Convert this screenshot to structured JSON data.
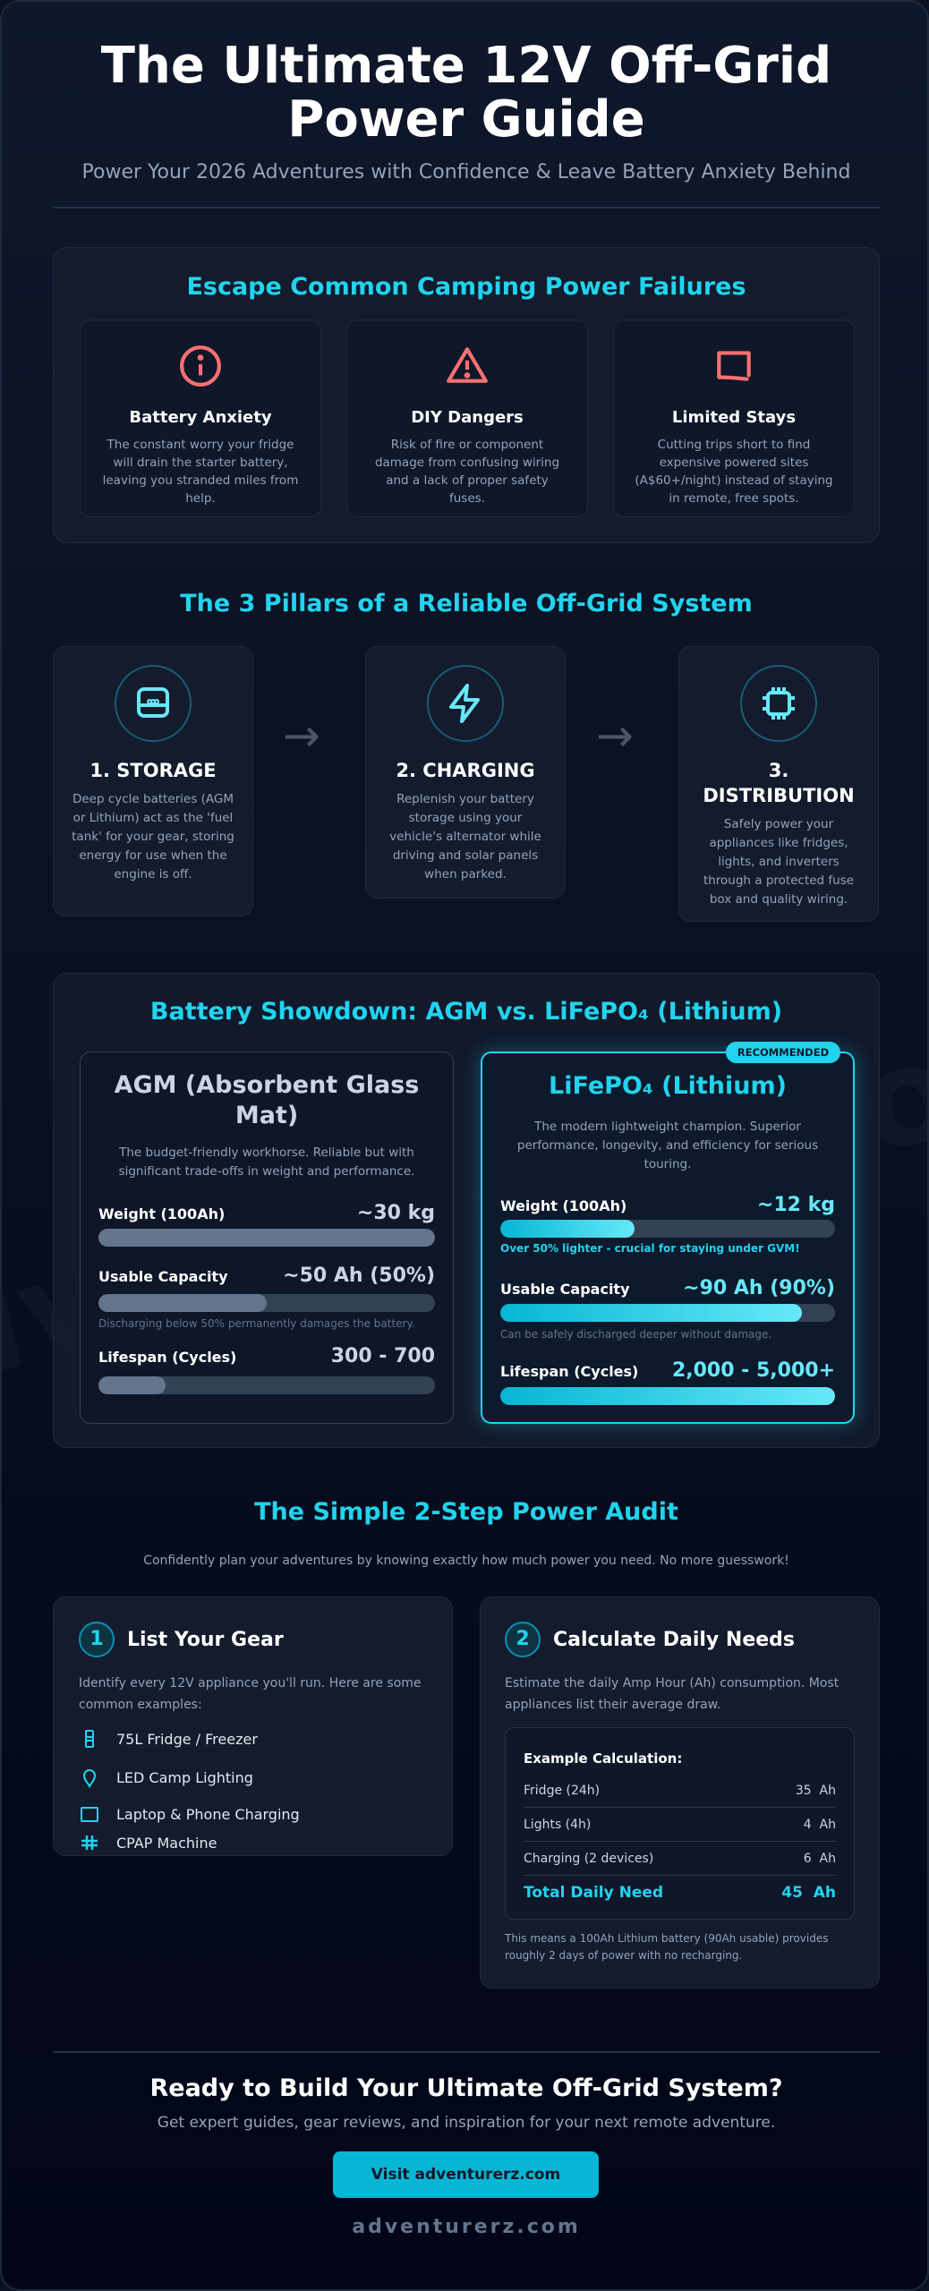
{
  "header": {
    "title": "The Ultimate 12V Off-Grid Power Guide",
    "subtitle": "Power Your 2026 Adventures with Confidence & Leave Battery Anxiety Behind"
  },
  "failures": {
    "heading": "Escape Common Camping Power Failures",
    "items": [
      {
        "icon": "info-circle-icon",
        "title": "Battery Anxiety",
        "desc": "The constant worry your fridge will drain the starter battery, leaving you stranded miles from help."
      },
      {
        "icon": "warning-triangle-icon",
        "title": "DIY Dangers",
        "desc": "Risk of fire or component damage from confusing wiring and a lack of proper safety fuses."
      },
      {
        "icon": "map-icon",
        "title": "Limited Stays",
        "desc": "Cutting trips short to find expensive powered sites (A$60+/night) instead of staying in remote, free spots."
      }
    ],
    "icon_color": "#f87171"
  },
  "pillars": {
    "heading": "The 3 Pillars of a Reliable Off-Grid System",
    "items": [
      {
        "icon": "battery-icon",
        "title": "1. STORAGE",
        "desc": "Deep cycle batteries (AGM or Lithium) act as the 'fuel tank' for your gear, storing energy for use when the engine is off."
      },
      {
        "icon": "lightning-icon",
        "title": "2. CHARGING",
        "desc": "Replenish your battery storage using your vehicle's alternator while driving and solar panels when parked."
      },
      {
        "icon": "chip-icon",
        "title": "3. DISTRIBUTION",
        "desc": "Safely power your appliances like fridges, lights, and inverters through a protected fuse box and quality wiring."
      }
    ]
  },
  "showdown": {
    "heading": "Battery Showdown: AGM vs. LiFePO₄ (Lithium)",
    "agm": {
      "title": "AGM (Absorbent Glass Mat)",
      "desc": "The budget-friendly workhorse. Reliable but with significant trade-offs in weight and performance.",
      "rows": [
        {
          "label": "Weight (100Ah)",
          "value": "~30 kg",
          "fill_pct": 100,
          "note": ""
        },
        {
          "label": "Usable Capacity",
          "value": "~50 Ah (50%)",
          "fill_pct": 50,
          "note": "Discharging below 50% permanently damages the battery."
        },
        {
          "label": "Lifespan (Cycles)",
          "value": "300 - 700",
          "fill_pct": 20,
          "note": ""
        }
      ]
    },
    "lifepo4": {
      "title": "LiFePO₄ (Lithium)",
      "badge": "RECOMMENDED",
      "desc": "The modern lightweight champion. Superior performance, longevity, and efficiency for serious touring.",
      "rows": [
        {
          "label": "Weight (100Ah)",
          "value": "~12 kg",
          "fill_pct": 40,
          "note": "Over 50% lighter - crucial for staying under GVM!"
        },
        {
          "label": "Usable Capacity",
          "value": "~90 Ah (90%)",
          "fill_pct": 90,
          "note": "Can be safely discharged deeper without damage."
        },
        {
          "label": "Lifespan (Cycles)",
          "value": "2,000 - 5,000+",
          "fill_pct": 100,
          "note": ""
        }
      ]
    },
    "watermark": "adventurerz.com"
  },
  "audit": {
    "heading": "The Simple 2-Step Power Audit",
    "subtitle": "Confidently plan your adventures by knowing exactly how much power you need. No more guesswork!",
    "step1": {
      "num": "1",
      "title": "List Your Gear",
      "desc": "Identify every 12V appliance you'll run. Here are some common examples:",
      "items": [
        {
          "icon": "fridge-icon",
          "label": "75L Fridge / Freezer"
        },
        {
          "icon": "bulb-icon",
          "label": "LED Camp Lighting"
        },
        {
          "icon": "laptop-icon",
          "label": "Laptop & Phone Charging"
        },
        {
          "icon": "cpap-icon",
          "label": "CPAP Machine"
        }
      ]
    },
    "step2": {
      "num": "2",
      "title": "Calculate Daily Needs",
      "desc": "Estimate the daily Amp Hour (Ah) consumption. Most appliances list their average draw.",
      "calc_title": "Example Calculation:",
      "rows": [
        {
          "label": "Fridge (24h)",
          "value": "35  Ah"
        },
        {
          "label": "Lights (4h)",
          "value": "4  Ah"
        },
        {
          "label": "Charging (2 devices)",
          "value": "6  Ah"
        }
      ],
      "total": {
        "label": "Total Daily Need",
        "value": "45  Ah"
      },
      "footnote": "This means a 100Ah Lithium battery (90Ah usable) provides roughly 2 days of power with no recharging."
    }
  },
  "cta": {
    "heading": "Ready to Build Your Ultimate Off-Grid System?",
    "subtitle": "Get expert guides, gear reviews, and inspiration for your next remote adventure.",
    "button": "Visit adventurerz.com",
    "brand": "adventurerz.com"
  },
  "colors": {
    "accent": "#22d3ee",
    "danger": "#f87171",
    "background": "#0f172a"
  }
}
